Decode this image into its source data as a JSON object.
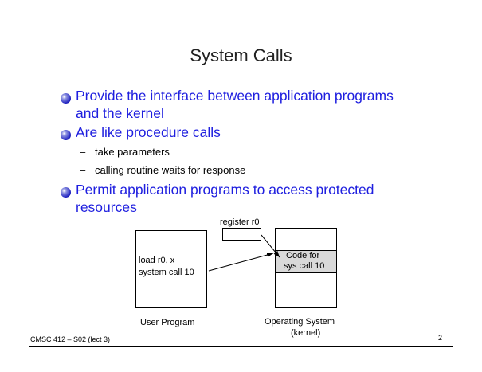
{
  "slide": {
    "title": "System Calls",
    "bullets": [
      {
        "line1": "Provide the interface between application programs",
        "line2": "and the kernel"
      },
      {
        "line1": "Are like procedure calls",
        "line2": ""
      },
      {
        "line1": "Permit application programs to access protected",
        "line2": "resources"
      }
    ],
    "subbullets": [
      {
        "dash": "–",
        "text": "take parameters"
      },
      {
        "dash": "–",
        "text": "calling routine waits for response"
      }
    ],
    "bullet_color": "#1f1fdf"
  },
  "diagram": {
    "register_label": "register r0",
    "user_code_line1": "load r0, x",
    "user_code_line2": "system call 10",
    "kernel_code_line1": "Code for",
    "kernel_code_line2": "sys call 10",
    "user_program_label": "User Program",
    "os_label_line1": "Operating System",
    "os_label_line2": "(kernel)"
  },
  "footer": {
    "course": "CMSC 412 – S02  (lect 3)",
    "page_number": "2"
  }
}
